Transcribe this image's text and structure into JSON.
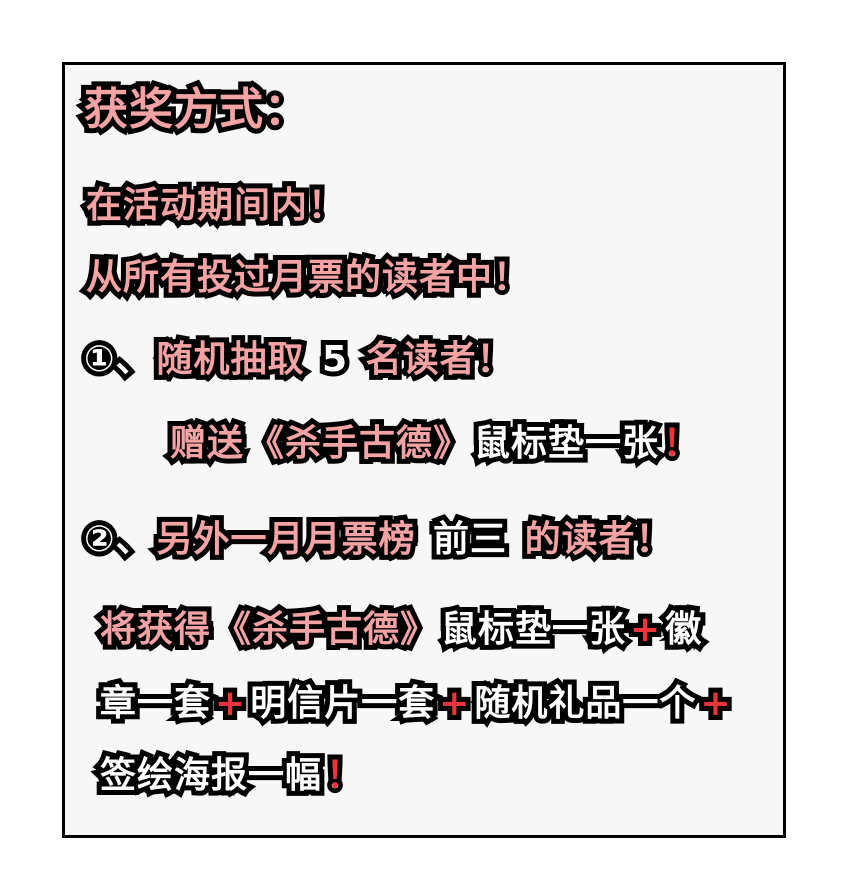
{
  "colors": {
    "pink": "#f4a3a5",
    "white": "#ffffff",
    "red": "#e8343a",
    "outline": "#000000",
    "panel": "#f7f7f7"
  },
  "lines": [
    {
      "segments": [
        {
          "text": "获奖方式：",
          "color": "pink"
        }
      ]
    },
    {
      "segments": [
        {
          "text": "在活动期间内！",
          "color": "pink"
        }
      ]
    },
    {
      "segments": [
        {
          "text": "从所有投过月票的读者中！",
          "color": "pink"
        }
      ]
    },
    {
      "segments": [
        {
          "text": "①、",
          "color": "white"
        },
        {
          "text": "随机抽取",
          "color": "pink"
        },
        {
          "text": "5",
          "color": "white"
        },
        {
          "text": "名读者！",
          "color": "pink"
        }
      ]
    },
    {
      "segments": [
        {
          "text": "赠送",
          "color": "pink"
        },
        {
          "text": "《杀手古德》",
          "color": "pink"
        },
        {
          "text": "鼠标垫一张",
          "color": "white"
        },
        {
          "text": "！",
          "color": "red"
        }
      ]
    },
    {
      "segments": [
        {
          "text": "②、",
          "color": "white"
        },
        {
          "text": "另外一月月票榜",
          "color": "pink"
        },
        {
          "text": "前三",
          "color": "white"
        },
        {
          "text": "的读者！",
          "color": "pink"
        }
      ]
    },
    {
      "segments": [
        {
          "text": "将获得",
          "color": "pink"
        },
        {
          "text": "《杀手古德》",
          "color": "pink"
        },
        {
          "text": "鼠标垫一张",
          "color": "white"
        },
        {
          "text": "+",
          "color": "red"
        },
        {
          "text": "徽",
          "color": "white"
        }
      ]
    },
    {
      "segments": [
        {
          "text": "章一套",
          "color": "white"
        },
        {
          "text": "+",
          "color": "red"
        },
        {
          "text": "明信片一套",
          "color": "white"
        },
        {
          "text": "+",
          "color": "red"
        },
        {
          "text": "随机礼品一个",
          "color": "white"
        },
        {
          "text": "+",
          "color": "red"
        }
      ]
    },
    {
      "segments": [
        {
          "text": "签绘海报一幅",
          "color": "white"
        },
        {
          "text": "！",
          "color": "red"
        }
      ]
    }
  ]
}
